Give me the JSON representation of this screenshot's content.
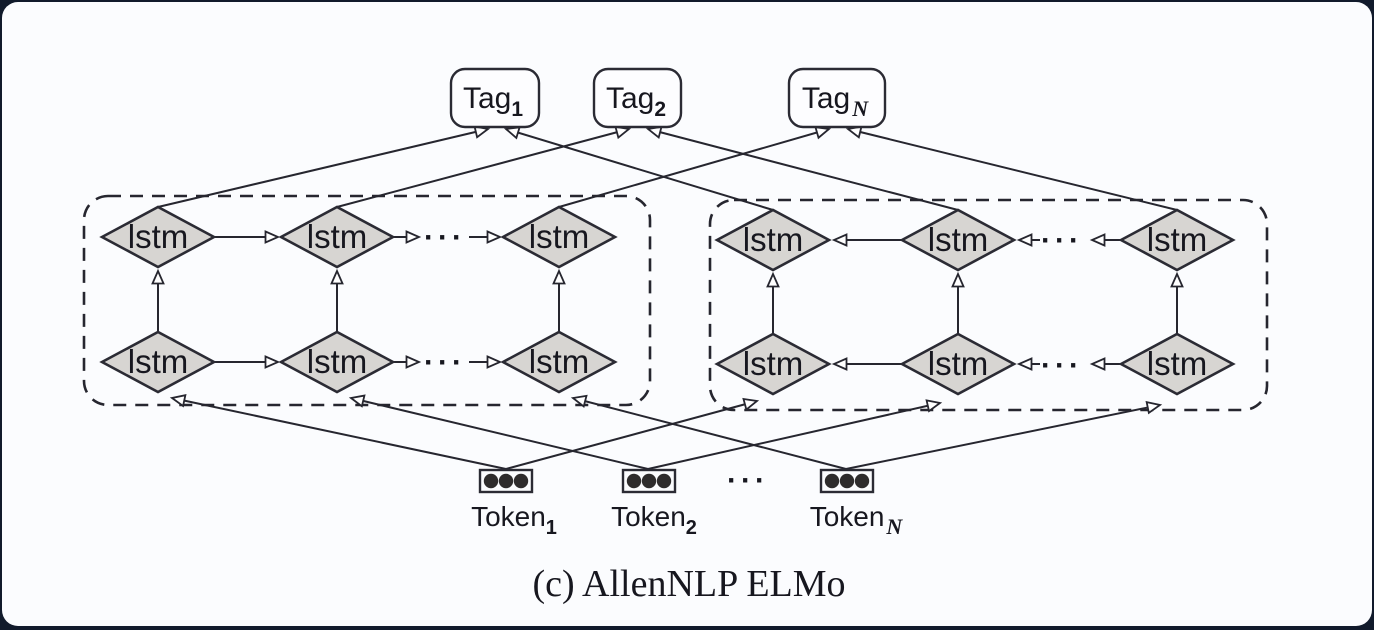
{
  "colors": {
    "background": "#111a2b",
    "panel": "#fbfcfe",
    "node_fill": "#d7d5d2",
    "node_stroke": "#2b2b34",
    "line": "#26262f",
    "text": "#17171f",
    "arrow_fill": "#ffffff"
  },
  "diagram": {
    "tags": [
      {
        "base": "Tag",
        "sub": "1"
      },
      {
        "base": "Tag",
        "sub": "2"
      },
      {
        "base": "Tag",
        "sub": "N"
      }
    ],
    "lstm_label": "lstm",
    "ellipsis": "···",
    "tokens": [
      {
        "base": "Token",
        "sub": "1"
      },
      {
        "base": "Token",
        "sub": "2"
      },
      {
        "base": "Token",
        "sub": "N"
      }
    ],
    "caption": "(c) AllenNLP ELMo"
  }
}
